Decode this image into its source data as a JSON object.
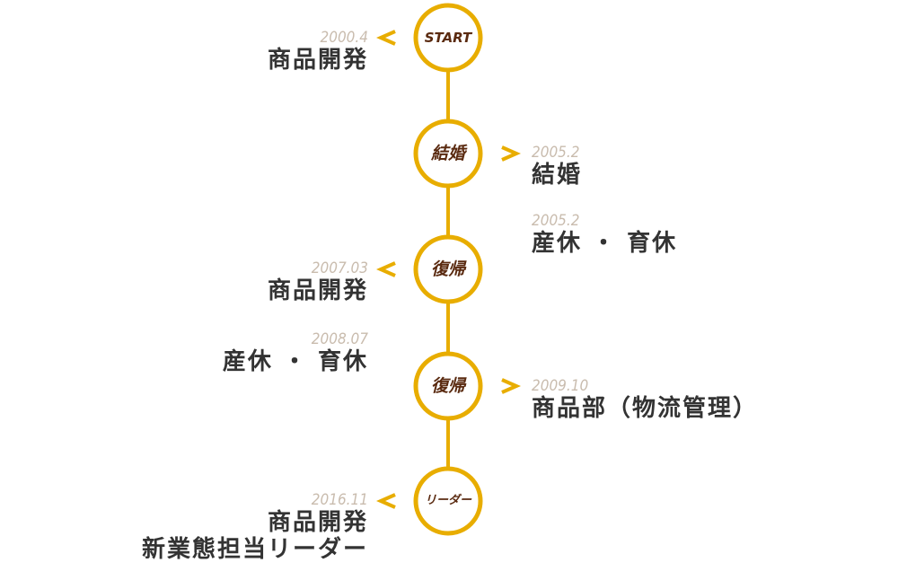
{
  "colors": {
    "line": "#e8ad00",
    "node_text": "#5a2a10",
    "date": "#c9bcae",
    "title": "#333333"
  },
  "nodes": [
    {
      "label": "START"
    },
    {
      "label": "結婚"
    },
    {
      "label": "復帰"
    },
    {
      "label": "復帰"
    },
    {
      "label": "リーダー"
    }
  ],
  "events": [
    {
      "date": "2000.4",
      "title": "商品開発"
    },
    {
      "date": "2005.2",
      "title": "結婚"
    },
    {
      "date": "2005.2",
      "title": "産休 ・ 育休"
    },
    {
      "date": "2007.03",
      "title": "商品開発"
    },
    {
      "date": "2008.07",
      "title": "産休 ・ 育休"
    },
    {
      "date": "2009.10",
      "title": "商品部（物流管理）"
    },
    {
      "date": "2016.11",
      "title": "商品開発"
    },
    {
      "title": "新業態担当リーダー"
    }
  ]
}
